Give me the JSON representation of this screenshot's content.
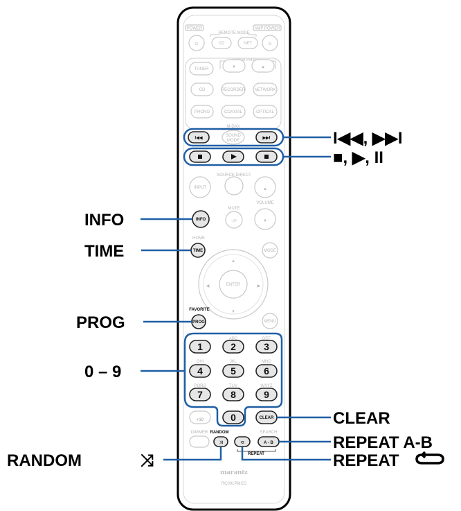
{
  "remote": {
    "top_row": {
      "power": "POWER",
      "remote_mode": "REMOTE MODE",
      "amp_power": "AMP POWER",
      "cd": "CD",
      "net": "NET"
    },
    "tuner_preset": "TUNER PRESET",
    "sources": {
      "tuner": "TUNER",
      "cd": "CD",
      "recorder": "RECORDER",
      "network": "NETWORK",
      "phono": "PHONO",
      "coaxial": "COAXIAL",
      "optical": "OPTICAL"
    },
    "mdax": "M-DAX",
    "sound_mode": [
      "SOUND",
      "MODE"
    ],
    "source_direct": "SOURCE DIRECT",
    "input": "INPUT",
    "volume": "VOLUME",
    "mute": "MUTE",
    "info": "INFO",
    "home": "HOME",
    "time": "TIME",
    "mode": "MODE",
    "enter": "ENTER",
    "favorite": "FAVORITE",
    "prog": "PROG",
    "menu": "MENU",
    "keypad_sub": [
      "",
      "ABC",
      "DEF",
      "GHI",
      "JKL",
      "MNO",
      "PQRS",
      "TUV",
      "WXYZ"
    ],
    "digits": [
      "1",
      "2",
      "3",
      "4",
      "5",
      "6",
      "7",
      "8",
      "9"
    ],
    "plus10": "+10",
    "zero": "0",
    "clear": "CLEAR",
    "dimmer": "DIMMER",
    "random": "RANDOM",
    "search": "SEARCH",
    "ab": "A - B",
    "repeat": "REPEAT",
    "brand": "marantz",
    "model": "RC001PMCD"
  },
  "callouts": {
    "skip": "I◀◀, ▶▶I",
    "transport": "■, ▶, II",
    "info": "INFO",
    "time": "TIME",
    "prog": "PROG",
    "digits": "0 – 9",
    "clear": "CLEAR",
    "repeat_ab": "REPEAT A-B",
    "random": "RANDOM",
    "repeat": "REPEAT"
  }
}
